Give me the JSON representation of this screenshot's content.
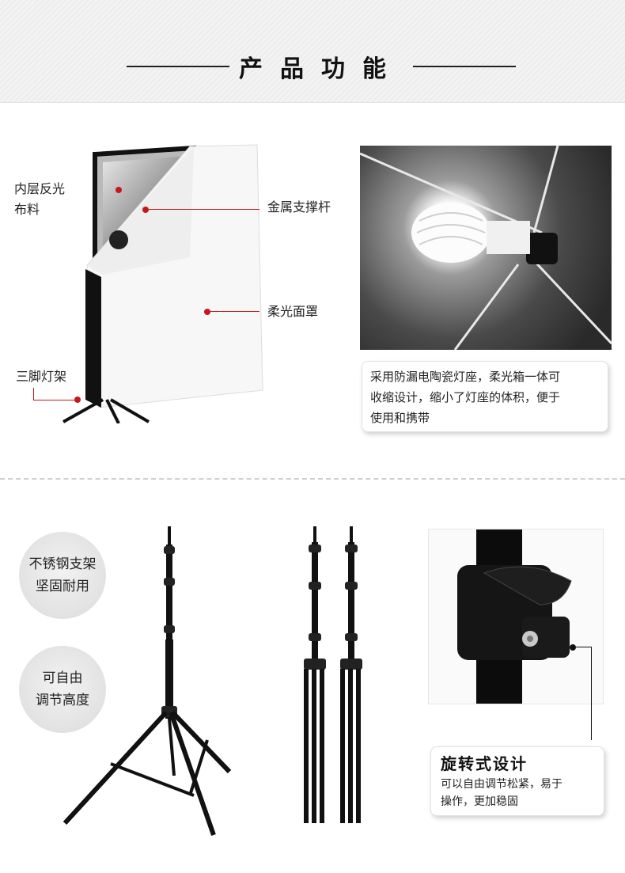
{
  "header": {
    "title": "产品功能"
  },
  "softbox": {
    "labels": {
      "inner_reflective": "内层反光",
      "inner_reflective_2": "布料",
      "metal_rod": "金属支撑杆",
      "diffuser": "柔光面罩",
      "tripod": "三脚灯架"
    }
  },
  "lamp_info": {
    "line1": "采用防漏电陶瓷灯座，柔光箱一体可",
    "line2": "收缩设计，缩小了灯座的体积，便于",
    "line3": "使用和携带"
  },
  "badges": [
    {
      "line1": "不锈钢支架",
      "line2": "坚固耐用"
    },
    {
      "line1": "可自由",
      "line2": "调节高度"
    }
  ],
  "rotation": {
    "title": "旋转式设计",
    "desc1": "可以自由调节松紧，易于",
    "desc2": "操作，更加稳固"
  },
  "colors": {
    "accent": "#c8161d"
  }
}
